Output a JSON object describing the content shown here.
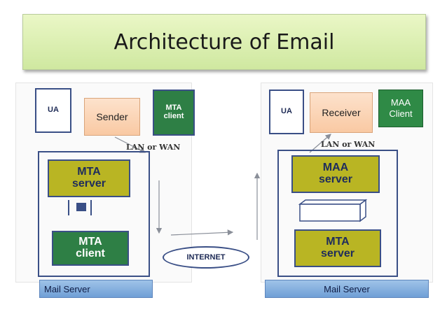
{
  "title": "Architecture of Email",
  "left": {
    "ua": "UA",
    "sender": "Sender",
    "mta_client_top": [
      "MTA",
      "client"
    ],
    "lan": "LAN or WAN",
    "mta_server": [
      "MTA",
      "server"
    ],
    "mta_client": [
      "MTA",
      "client"
    ],
    "footer": "Mail Server"
  },
  "right": {
    "ua": "UA",
    "receiver": "Receiver",
    "maa_client": [
      "MAA",
      "Client"
    ],
    "lan": "LAN or WAN",
    "maa_server": [
      "MAA",
      "server"
    ],
    "mta_server": [
      "MTA",
      "server"
    ],
    "footer": "Mail Server"
  },
  "internet": "INTERNET"
}
